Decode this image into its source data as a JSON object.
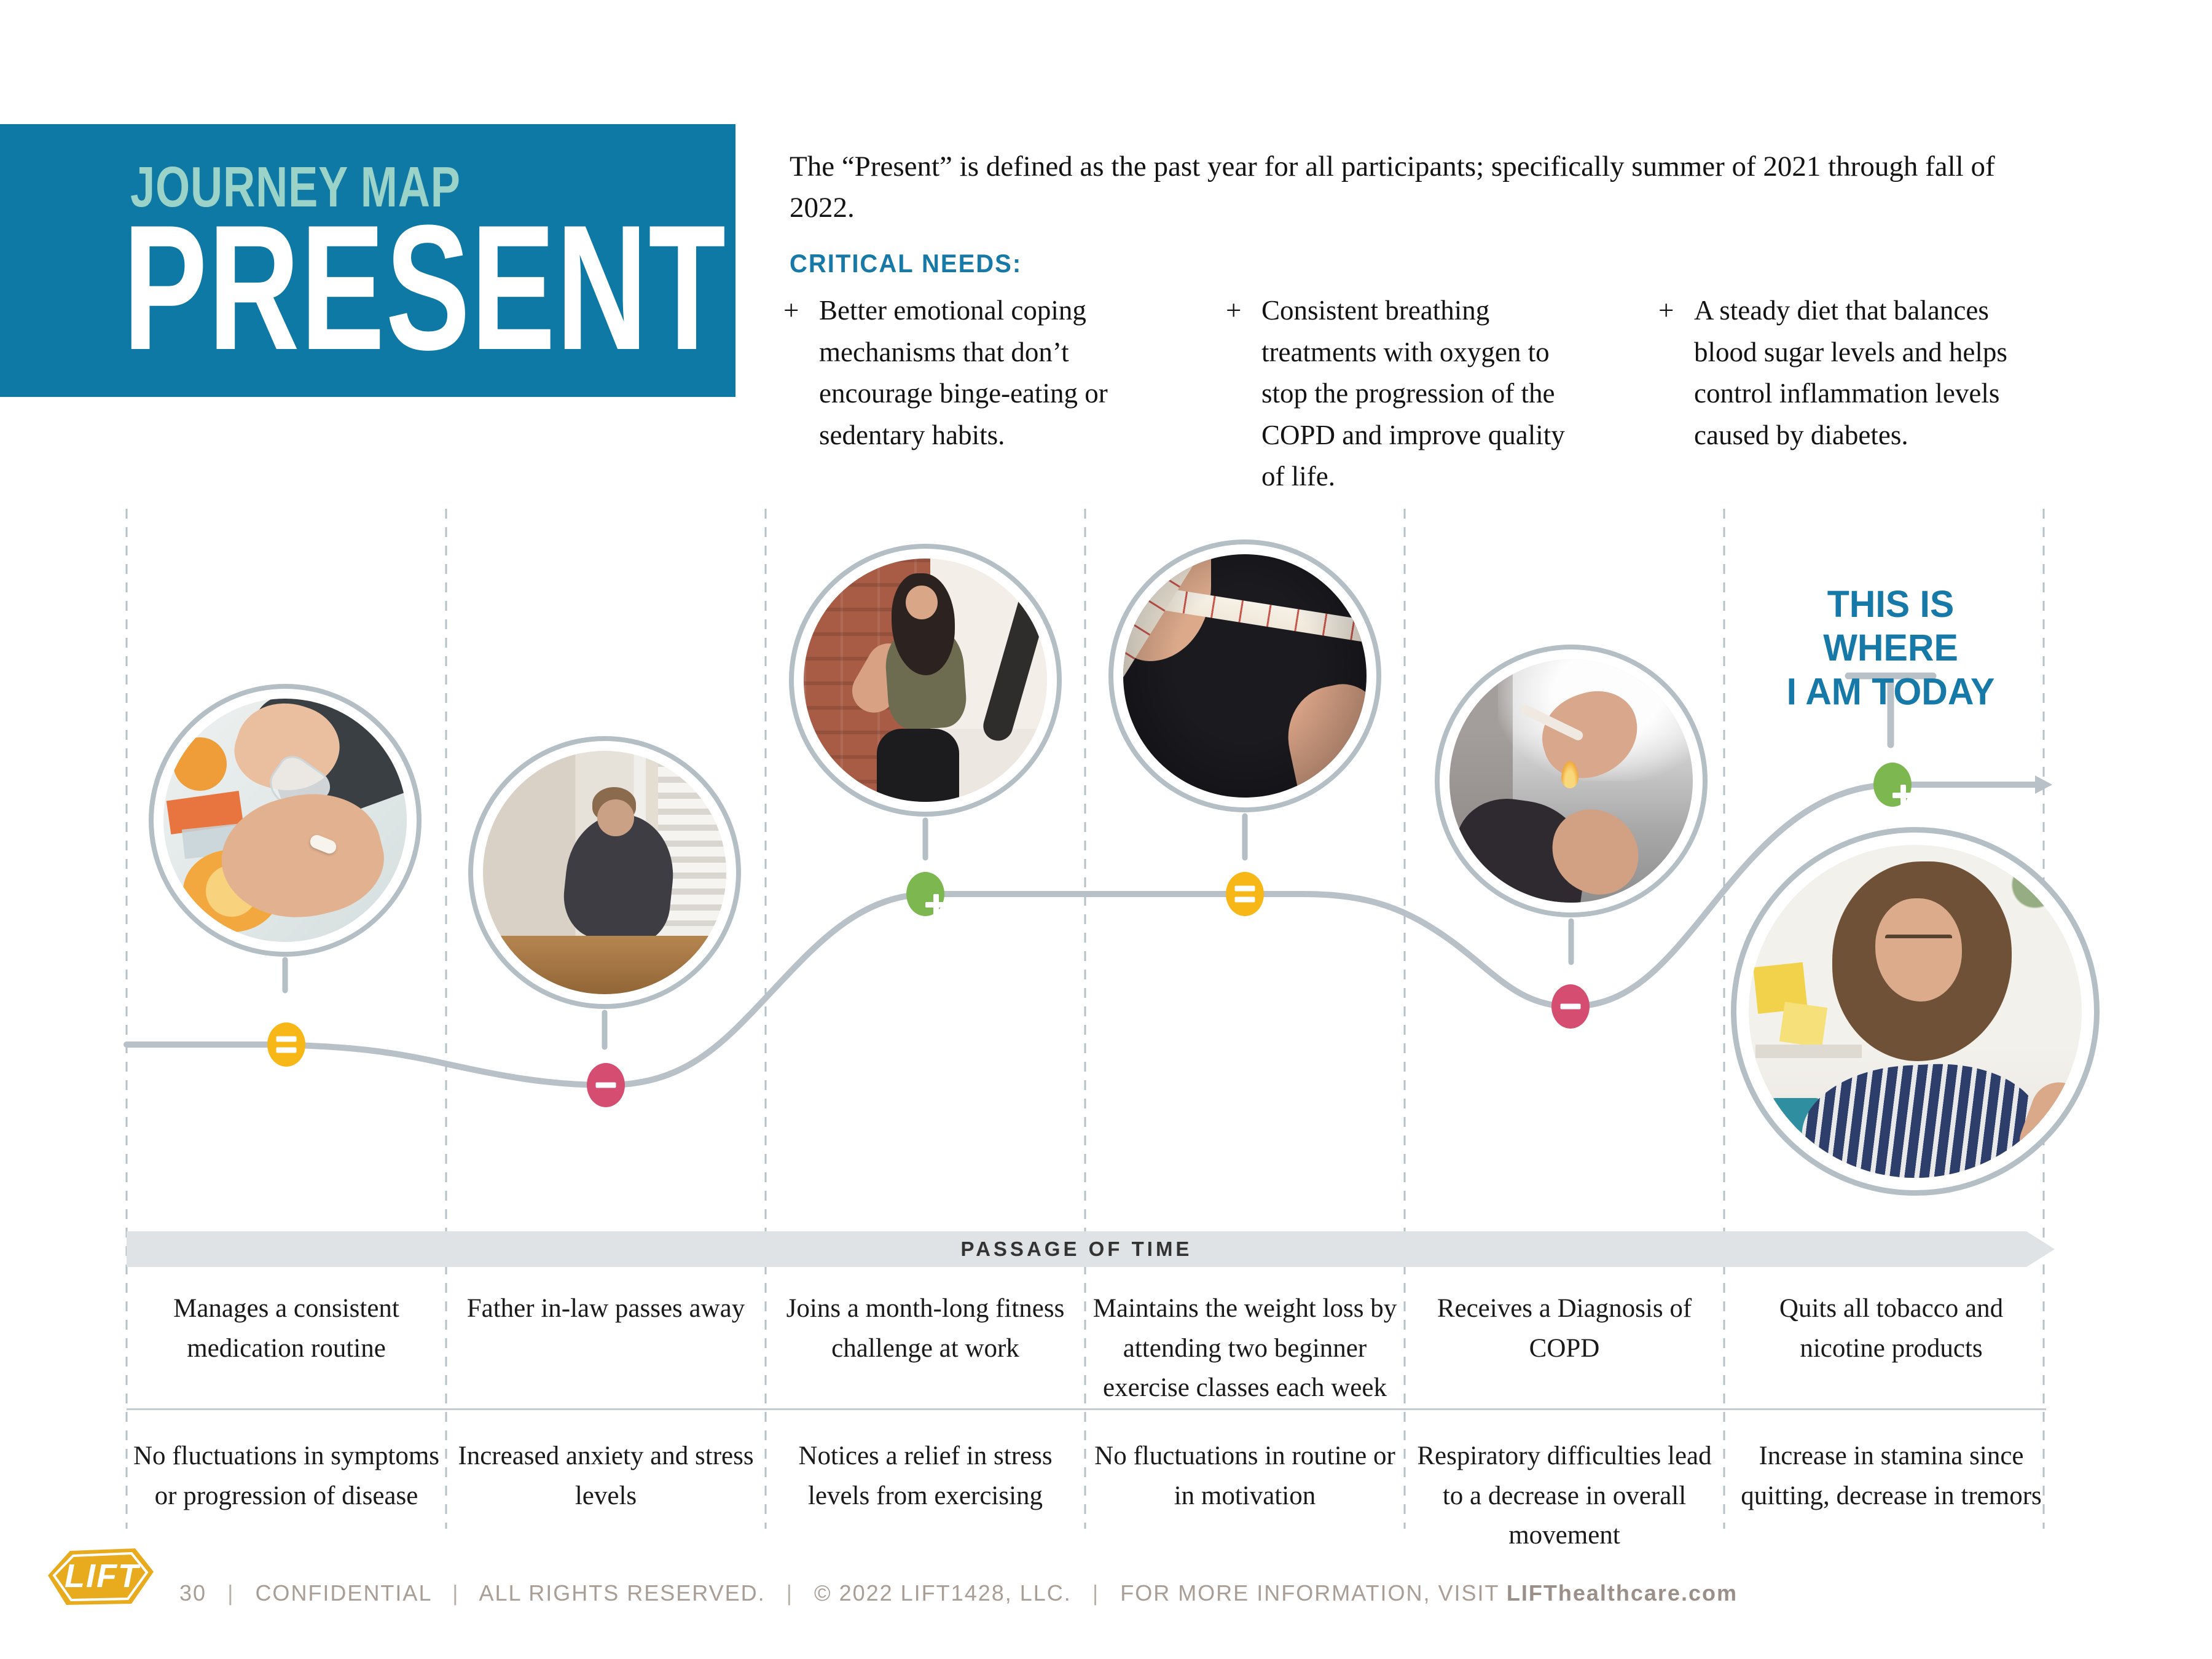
{
  "header": {
    "kicker": "JOURNEY MAP",
    "title": "PRESENT"
  },
  "intro": {
    "text": "The “Present” is defined as the past year for all participants; specifically summer of 2021 through fall of 2022.",
    "needs_label": "CRITICAL NEEDS:",
    "plus": "+",
    "needs": [
      "Better emotional coping mechanisms that don’t encourage binge-eating or sedentary habits.",
      "Consistent breathing treatments with oxygen to stop the progression of the COPD and improve quality of life.",
      "A steady diet that balances blood sugar levels and helps control inflammation levels caused by diabetes."
    ]
  },
  "today": {
    "line1": "THIS IS WHERE",
    "line2": "I AM TODAY"
  },
  "timeline": {
    "passage_label": "PASSAGE OF TIME",
    "columns": [
      {
        "photo": "pouring-pills-into-hand-photo",
        "sentiment": "neutral",
        "marker_icon": "equals-icon",
        "event": "Manages a consistent medication routine",
        "impact": "No fluctuations in symptoms or progression of disease"
      },
      {
        "photo": "man-grieving-at-table-photo",
        "sentiment": "negative",
        "marker_icon": "minus-icon",
        "event": "Father in-law passes away",
        "impact": "Increased anxiety and stress levels"
      },
      {
        "photo": "woman-battle-ropes-gym-photo",
        "sentiment": "positive",
        "marker_icon": "plus-icon",
        "event": "Joins a month-long fitness challenge at work",
        "impact": "Notices a relief in stress levels from exercising"
      },
      {
        "photo": "measuring-tape-waist-photo",
        "sentiment": "neutral",
        "marker_icon": "equals-icon",
        "event": "Maintains the weight loss by attending two beginner exercise classes each week",
        "impact": "No fluctuations in routine or in motivation"
      },
      {
        "photo": "lighting-cigarette-photo",
        "sentiment": "negative",
        "marker_icon": "minus-icon",
        "event": "Receives a Diagnosis of COPD",
        "impact": "Respiratory difficulties lead to a decrease in overall movement"
      },
      {
        "photo": "smiling-woman-today-photo",
        "sentiment": "positive",
        "marker_icon": "plus-icon",
        "event": "Quits all tobacco and nicotine products",
        "impact": "Increase in stamina since quitting, decrease in tremors"
      }
    ]
  },
  "footer": {
    "logo_text": "LIFT",
    "page": "30",
    "sep": "|",
    "items": [
      "CONFIDENTIAL",
      "ALL RIGHTS RESERVED.",
      "© 2022 LIFT1428, LLC."
    ],
    "info_prefix": "FOR MORE INFORMATION, VISIT ",
    "info_domain": "LIFThealthcare.com"
  },
  "colors": {
    "header_blue": "#0f79a5",
    "kicker_teal": "#9cd3c8",
    "accent_blue": "#1679a7",
    "neutral_yellow": "#f6b717",
    "negative_pink": "#d64d72",
    "positive_green": "#7cb84f",
    "line_gray": "#b8c1c7",
    "logo_gold": "#e9ab1e"
  }
}
